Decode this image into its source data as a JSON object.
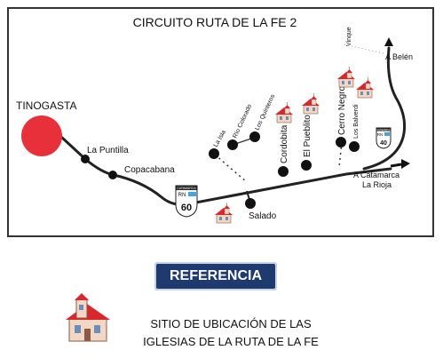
{
  "title": "CIRCUITO RUTA DE LA FE 2",
  "cities": {
    "tinogasta": "TINOGASTA",
    "belen": "A Belén",
    "catamarca": "A Catamarca",
    "la_rioja": "La Rioja"
  },
  "places": {
    "la_puntilla": "La Puntilla",
    "copacabana": "Copacabana",
    "salado": "Salado",
    "la_isla": "La Isla",
    "rio_colorado": "Río Colorado",
    "los_quintero": "Los Quinteros",
    "cordobita": "Cordobita",
    "el_pueblito": "El Pueblito",
    "cerro_negro": "Cerro Negro",
    "los_balverdi": "Los Balverdi",
    "vinque": "Vinque"
  },
  "shields": {
    "rn60_top": "CATAMARCA",
    "rn60_label": "RN",
    "rn60_number": "60",
    "rn40_top": "CATAMARCA",
    "rn40_label": "RN",
    "rn40_number": "40"
  },
  "colors": {
    "tinogasta_marker": "#e8303a",
    "road": "#222222",
    "church_roof": "#d9272e",
    "church_wall": "#f2d8c4",
    "badge": "#1f3a6e"
  },
  "icons": {
    "church": "church-icon",
    "arrow": "arrow-icon",
    "shield": "route-shield-icon"
  },
  "legend": {
    "badge": "REFERENCIA",
    "line1": "SITIO DE UBICACIÓN DE LAS",
    "line2": "IGLESIAS DE LA RUTA DE LA FE"
  }
}
